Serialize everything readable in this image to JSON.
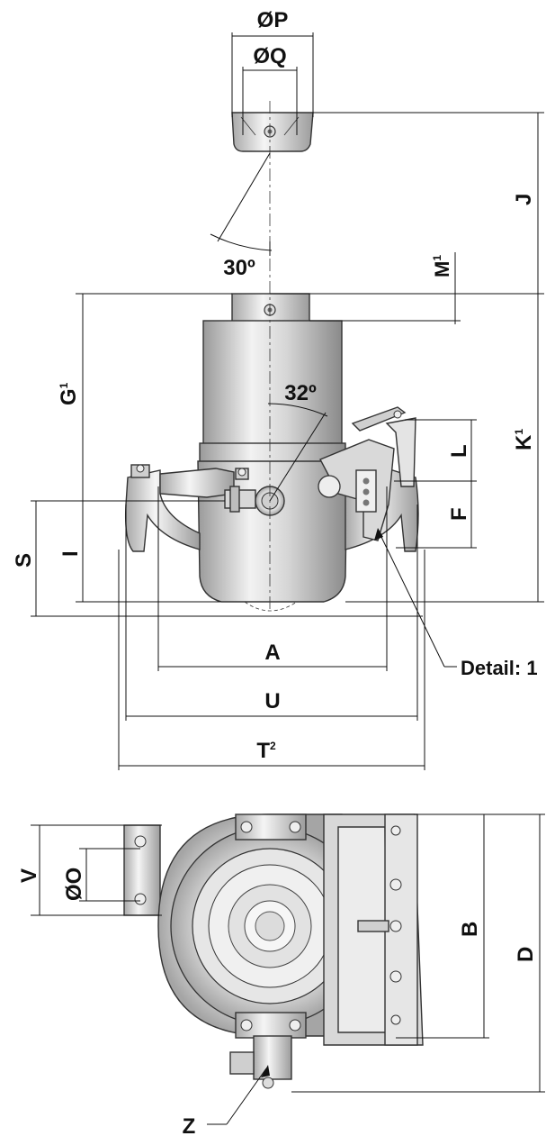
{
  "labels": {
    "dia_p": "ØP",
    "dia_q": "ØQ",
    "angle_30": "30º",
    "angle_32": "32º",
    "j": "J",
    "m": "M",
    "m_sup": "1",
    "g": "G",
    "g_sup": "1",
    "k": "K",
    "k_sup": "1",
    "l": "L",
    "f": "F",
    "s": "S",
    "i": "I",
    "a": "A",
    "u": "U",
    "t": "T",
    "t_sup": "2",
    "detail": "Detail: 1",
    "v": "V",
    "dia_o": "ØO",
    "b": "B",
    "d": "D",
    "z": "Z"
  },
  "colors": {
    "ink": "#111111",
    "metal_light": "#e9e9e9",
    "metal_mid": "#c8c8c8",
    "metal_dark": "#8c8c8c"
  }
}
